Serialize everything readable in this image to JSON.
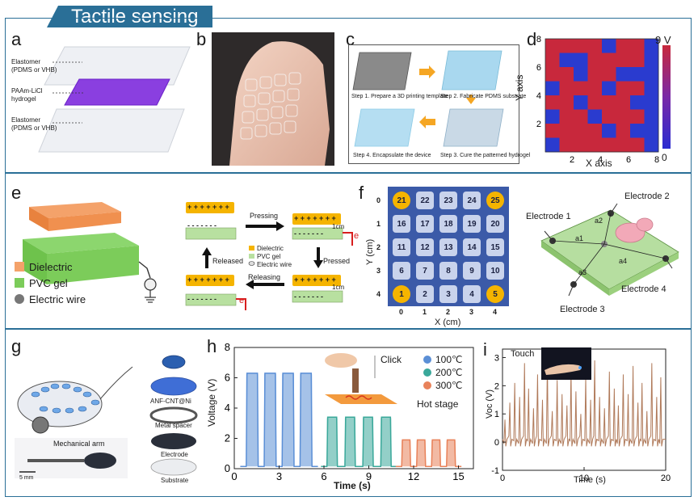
{
  "header": {
    "title": "Tactile sensing"
  },
  "panel_labels": {
    "a": "a",
    "b": "b",
    "c": "c",
    "d": "d",
    "e": "e",
    "f": "f",
    "g": "g",
    "h": "h",
    "i": "i"
  },
  "panel_a": {
    "top_layer": [
      "Elastomer",
      "(PDMS or VHB)"
    ],
    "middle_layer": [
      "PAAm-LiCl",
      "hydrogel"
    ],
    "bottom_layer": [
      "Elastomer",
      "(PDMS or VHB)"
    ]
  },
  "panel_c": {
    "step1": "Step 1. Prepare a 3D printing template",
    "step2": "Step 2. Fabricate PDMS substrate",
    "step3": "Step 3. Cure the patterned hydrogel",
    "step4": "Step 4. Encapsulate the device"
  },
  "panel_d": {
    "xlabel": "X axis",
    "ylabel": "Y axis",
    "xticks": [
      "2",
      "4",
      "6",
      "8"
    ],
    "yticks": [
      "2",
      "4",
      "6",
      "8"
    ],
    "colorbar_max": "9 V",
    "colorbar_min": "0"
  },
  "panel_e": {
    "legend": [
      "Dielectric",
      "PVC gel",
      "Electric wire"
    ],
    "inner_legend": [
      "Dielectric",
      "PVC gel",
      "Electric wire"
    ],
    "arrows": {
      "pressing": "Pressing",
      "pressed": "Pressed",
      "releasing": "Releasing",
      "released": "Released"
    },
    "gap_label": "1cm",
    "plus_row": "+ + + + + + +",
    "minus_row": "- - - - - - -",
    "electron": "e"
  },
  "panel_f": {
    "grid": [
      [
        "21",
        "22",
        "23",
        "24",
        "25"
      ],
      [
        "16",
        "17",
        "18",
        "19",
        "20"
      ],
      [
        "11",
        "12",
        "13",
        "14",
        "15"
      ],
      [
        "6",
        "7",
        "8",
        "9",
        "10"
      ],
      [
        "1",
        "2",
        "3",
        "4",
        "5"
      ]
    ],
    "xticks": [
      "0",
      "1",
      "2",
      "3",
      "4"
    ],
    "yticks": [
      "0",
      "1",
      "2",
      "3",
      "4"
    ],
    "xlabel": "X (cm)",
    "ylabel": "Y (cm)",
    "electrodes": [
      "Electrode 1",
      "Electrode 2",
      "Electrode 3",
      "Electrode 4"
    ],
    "distances": [
      "a1",
      "a2",
      "a3",
      "a4"
    ]
  },
  "panel_g": {
    "caption": "Mechanical arm",
    "scale": "5 mm",
    "stack": [
      "ANF-CNT@Ni",
      "Metal spacer",
      "Electrode",
      "Substrate"
    ]
  },
  "panel_h": {
    "chart_data": {
      "type": "line",
      "xlabel": "Time (s)",
      "ylabel": "Voltage (V)",
      "xlim": [
        0,
        16
      ],
      "ylim": [
        0,
        8
      ],
      "xticks": [
        "0",
        "3",
        "6",
        "9",
        "12",
        "15"
      ],
      "yticks": [
        "0",
        "2",
        "4",
        "6",
        "8"
      ],
      "series": [
        {
          "name": "100℃",
          "color": "#5b8fd6",
          "level": 6.3,
          "pulses": [
            [
              0.8,
              1.6
            ],
            [
              2.0,
              2.8
            ],
            [
              3.2,
              4.0
            ],
            [
              4.4,
              5.2
            ]
          ]
        },
        {
          "name": "200℃",
          "color": "#3aa89a",
          "level": 3.4,
          "pulses": [
            [
              6.2,
              6.9
            ],
            [
              7.4,
              8.1
            ],
            [
              8.6,
              9.3
            ],
            [
              9.8,
              10.5
            ]
          ]
        },
        {
          "name": "300℃",
          "color": "#e8825a",
          "level": 1.9,
          "pulses": [
            [
              11.2,
              11.8
            ],
            [
              12.2,
              12.8
            ],
            [
              13.2,
              13.8
            ],
            [
              14.2,
              14.8
            ]
          ]
        }
      ],
      "annotations": [
        "Click",
        "Hot stage"
      ]
    }
  },
  "panel_i": {
    "chart_data": {
      "type": "line",
      "xlabel": "Time (s)",
      "ylabel": "Voc (V)",
      "xlim": [
        0,
        20
      ],
      "ylim": [
        -1,
        3.3
      ],
      "xticks": [
        "0",
        "10",
        "20"
      ],
      "yticks": [
        "-1",
        "0",
        "1",
        "2",
        "3"
      ],
      "series": [
        {
          "color": "#b07a5a",
          "baseline": 0.1,
          "x": [
            0.3,
            0.9,
            1.5,
            2.1,
            2.7,
            3.2,
            3.8,
            4.3,
            4.9,
            5.5,
            6.1,
            6.7,
            7.3,
            7.9,
            8.4,
            9.0,
            9.6,
            10.2,
            10.8,
            11.3,
            11.9,
            12.5,
            13.1,
            13.7,
            14.2,
            14.8,
            15.4,
            16.0,
            16.6,
            17.1,
            17.7,
            18.3,
            18.9,
            19.4
          ],
          "y": [
            0.8,
            1.4,
            2.1,
            1.6,
            2.8,
            1.9,
            1.2,
            2.4,
            1.5,
            2.9,
            1.1,
            2.2,
            1.7,
            1.3,
            2.6,
            1.8,
            1.0,
            2.3,
            1.5,
            2.9,
            1.6,
            1.2,
            2.5,
            1.9,
            1.3,
            2.4,
            1.7,
            2.7,
            1.4,
            2.1,
            1.1,
            2.8,
            1.6,
            2.3
          ]
        }
      ],
      "inset_label": "Touch"
    }
  }
}
